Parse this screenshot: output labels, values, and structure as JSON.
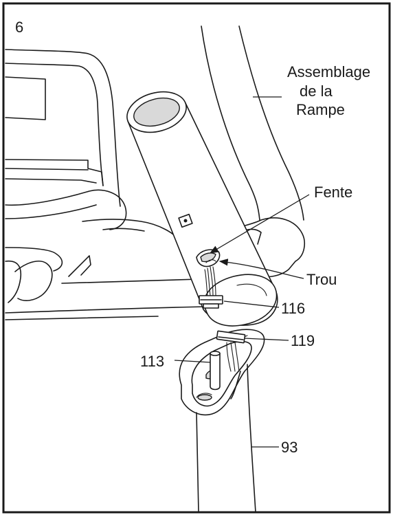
{
  "step_number": "6",
  "labels": {
    "ramp_assembly_line1": "Assemblage",
    "ramp_assembly_line2": "de la",
    "ramp_assembly_line3": "Rampe",
    "slot": "Fente",
    "hole": "Trou",
    "part_116": "116",
    "part_119": "119",
    "part_113": "113",
    "part_93": "93"
  },
  "colors": {
    "ink": "#1a1a1a",
    "background": "#ffffff",
    "shade": "#d9d9d9"
  }
}
